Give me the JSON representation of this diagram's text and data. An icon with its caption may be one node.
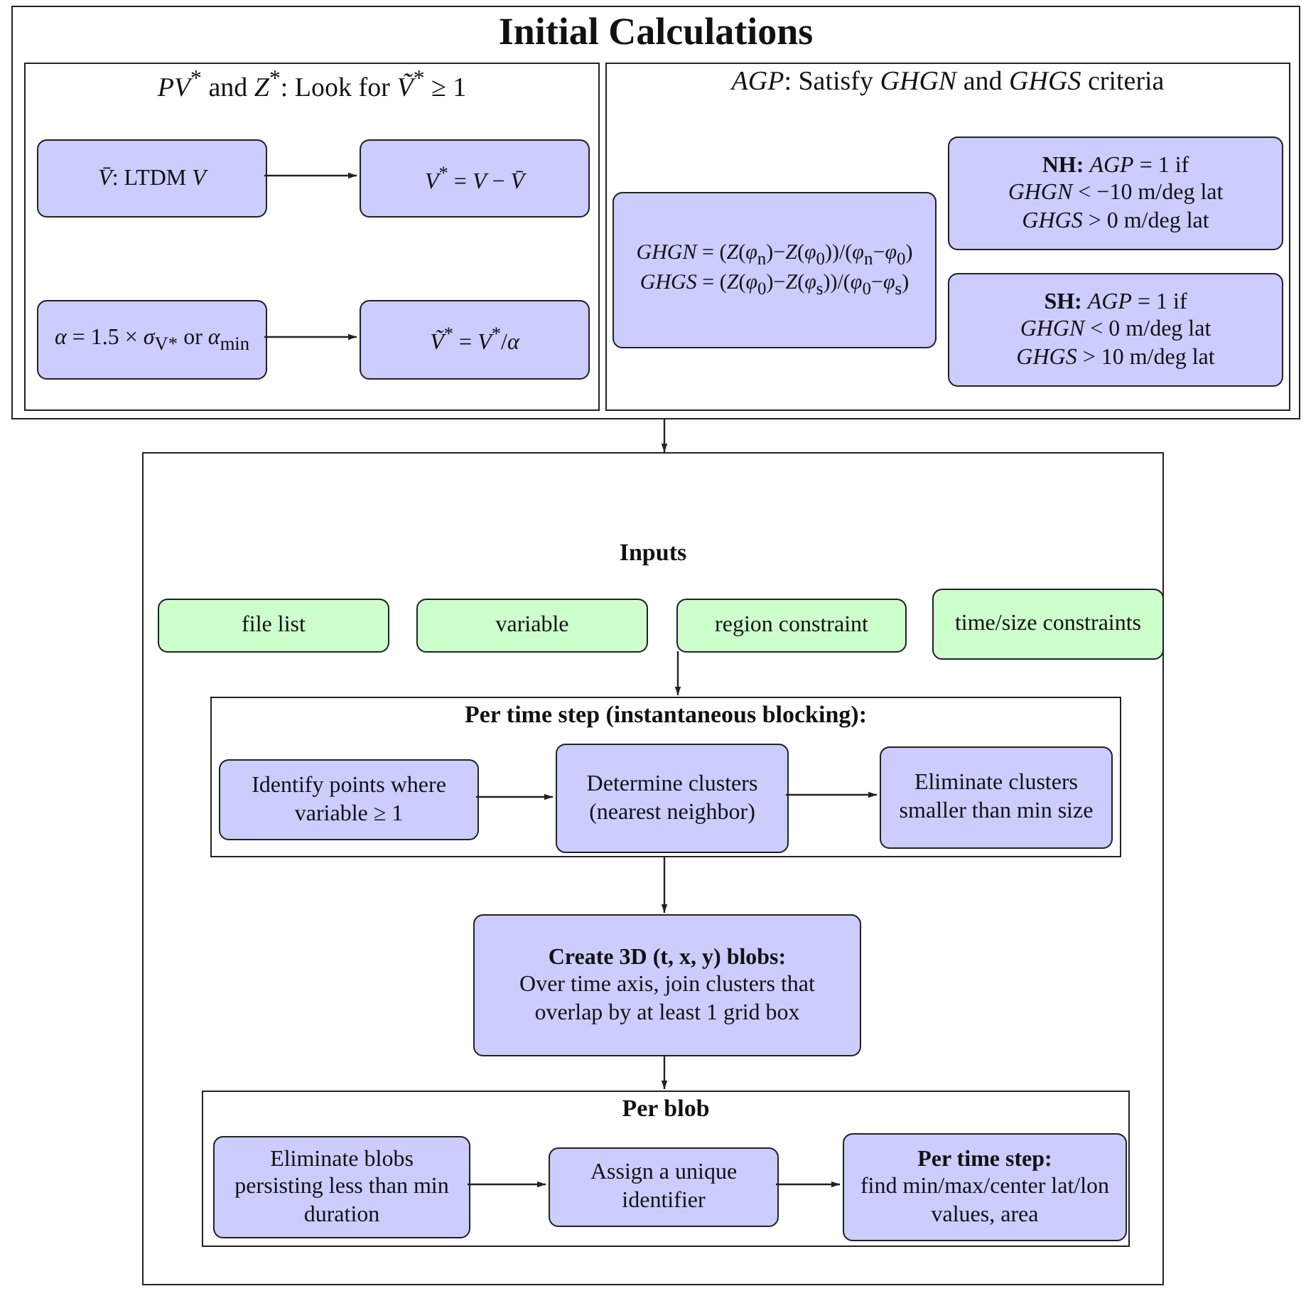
{
  "diagram": {
    "nodes": [
      {
        "text": [
          "Initial Calculations"
        ]
      },
      {
        "text": [
          "*PV*$^{*}$ and *Z*$^{*}$: Look for *Ṽ*$^{*}$ ≥ 1"
        ],
        "in": 0
      },
      {
        "text": [
          "*V̄*: LTDM *V*"
        ],
        "in": 1
      },
      {
        "text": [
          "*V*$^{*}$ = *V* − *V̄*"
        ],
        "in": 1
      },
      {
        "text": [
          "*α* = 1.5 × *σ*$_{V*}$ or *α*$_{min}$"
        ],
        "in": 1
      },
      {
        "text": [
          "*Ṽ*$^{*}$ = *V*$^{*}$/*α*"
        ],
        "in": 1
      },
      {
        "text": [
          "*AGP*: Satisfy *GHGN* and *GHGS* criteria"
        ],
        "in": 0
      },
      {
        "text": [
          "*GHGN* = (*Z*(*φ*$_{n}$)−*Z*(*φ*$_{0}$))/(*φ*$_{n}$−*φ*$_{0}$)",
          "*GHGS* = (*Z*(*φ*$_{0}$)−*Z*(*φ*$_{s}$))/(*φ*$_{0}$−*φ*$_{s}$)"
        ],
        "in": 6
      },
      {
        "text": [
          "**NH:** *AGP* = 1 if",
          "*GHGN* < −10 m/deg lat",
          "*GHGS* > 0 m/deg lat"
        ],
        "in": 6
      },
      {
        "text": [
          "**SH:** *AGP* = 1 if",
          "*GHGN* < 0 m/deg lat",
          "*GHGS* > 10 m/deg lat"
        ],
        "in": 6
      },
      {
        "text": [
          "Inputs"
        ]
      },
      {
        "text": [
          "file list"
        ],
        "in": 10
      },
      {
        "text": [
          "variable"
        ],
        "in": 10
      },
      {
        "text": [
          "region constraint"
        ],
        "in": 10
      },
      {
        "text": [
          "time/size constraints"
        ],
        "in": 10
      },
      {
        "text": [
          "Per time step (instantaneous blocking):"
        ],
        "in": 10
      },
      {
        "text": [
          "Identify points where variable ≥ 1"
        ],
        "in": 15
      },
      {
        "text": [
          "Determine clusters (nearest neighbor)"
        ],
        "in": 15
      },
      {
        "text": [
          "Eliminate clusters smaller than min size"
        ],
        "in": 15
      },
      {
        "text": [
          "Create 3D (t, x, y) blobs:",
          "Over time axis, join clusters that overlap by at least 1 grid box"
        ],
        "in": 10
      },
      {
        "text": [
          "Per blob"
        ],
        "in": 10
      },
      {
        "text": [
          "Eliminate blobs persisting less than min duration"
        ],
        "in": 20
      },
      {
        "text": [
          "Assign a unique identifier"
        ],
        "in": 20
      },
      {
        "text": [
          "Per time step:",
          "find min/max/center lat/lon values, area"
        ],
        "in": 20
      }
    ],
    "edges": [
      {
        "from": 2,
        "to": 3,
        "arrow": "to"
      },
      {
        "from": 4,
        "to": 5,
        "arrow": "to"
      },
      {
        "from": 0,
        "to": 10,
        "arrow": "to"
      },
      {
        "from": 13,
        "to": 15,
        "arrow": "to"
      },
      {
        "from": 16,
        "to": 17,
        "arrow": "to"
      },
      {
        "from": 17,
        "to": 18,
        "arrow": "to"
      },
      {
        "from": 15,
        "to": 19,
        "arrow": "to"
      },
      {
        "from": 19,
        "to": 20,
        "arrow": "to"
      },
      {
        "from": 21,
        "to": 22,
        "arrow": "to"
      },
      {
        "from": 22,
        "to": 23,
        "arrow": "to"
      }
    ]
  }
}
